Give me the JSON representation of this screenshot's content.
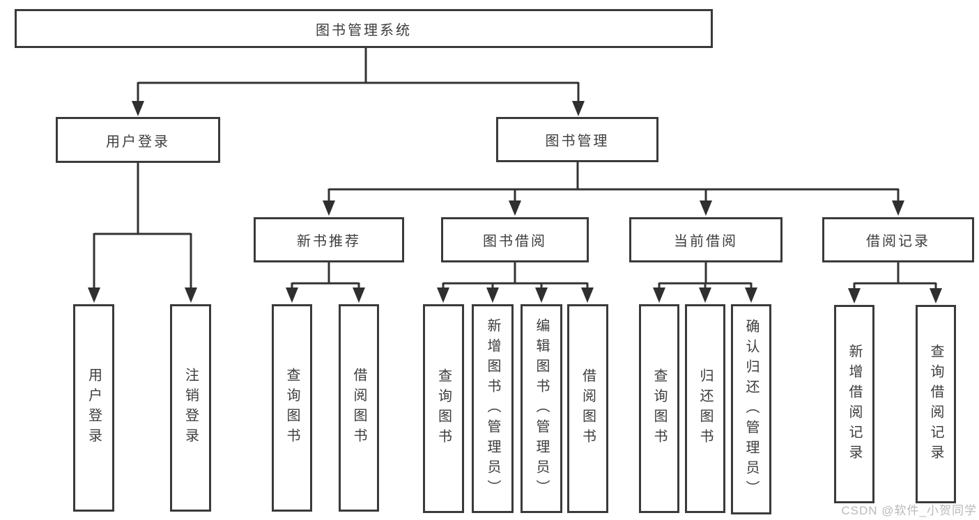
{
  "diagram": {
    "root": {
      "label": "图书管理系统"
    },
    "branches": [
      {
        "label": "用户登录",
        "children": [
          {
            "label": "用户登录"
          },
          {
            "label": "注销登录"
          }
        ]
      },
      {
        "label": "图书管理",
        "children": [
          {
            "label": "新书推荐",
            "children": [
              {
                "label": "查询图书"
              },
              {
                "label": "借阅图书"
              }
            ]
          },
          {
            "label": "图书借阅",
            "children": [
              {
                "label": "查询图书"
              },
              {
                "label": "新增图书（管理员）"
              },
              {
                "label": "编辑图书（管理员）"
              },
              {
                "label": "借阅图书"
              }
            ]
          },
          {
            "label": "当前借阅",
            "children": [
              {
                "label": "查询图书"
              },
              {
                "label": "归还图书"
              },
              {
                "label": "确认归还（管理员）"
              }
            ]
          },
          {
            "label": "借阅记录",
            "children": [
              {
                "label": "新增借阅记录"
              },
              {
                "label": "查询借阅记录"
              }
            ]
          }
        ]
      }
    ]
  },
  "watermark": {
    "text": "CSDN @软件_小贺同学"
  },
  "colors": {
    "background": "#ffffff",
    "box_fill": "#ffffff",
    "box_border": "#3a3a3a",
    "connector": "#333333",
    "text": "#3d3d3d",
    "watermark": "#b9b9b9"
  }
}
